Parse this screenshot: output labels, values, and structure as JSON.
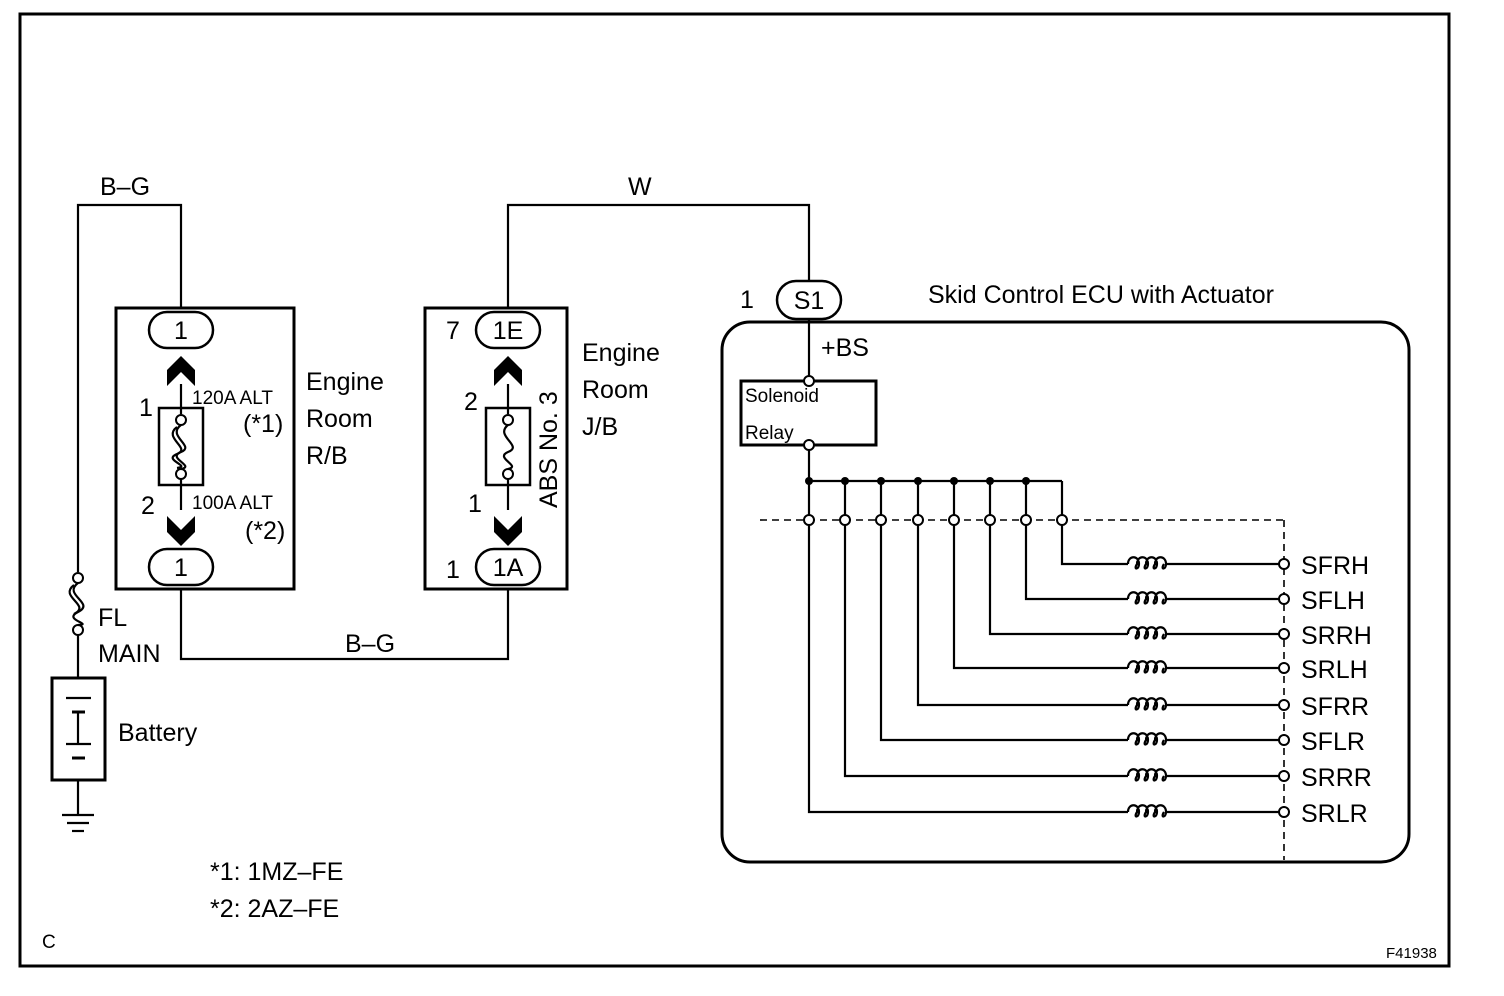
{
  "frame": {
    "corner_code": "C",
    "figure_id": "F41938"
  },
  "wires": {
    "bg_top": "B–G",
    "w_top": "W",
    "bg_bottom": "B–G"
  },
  "engine_room_rb": {
    "label_lines": [
      "Engine",
      "Room",
      "R/B"
    ],
    "connector_top": "1",
    "connector_bottom": "1",
    "pin_top": "1",
    "pin_bottom": "2",
    "fuse_1": "120A ALT",
    "fuse_1_note": "(*1)",
    "fuse_2": "100A ALT",
    "fuse_2_note": "(*2)"
  },
  "engine_room_jb": {
    "label_lines": [
      "Engine",
      "Room",
      "J/B"
    ],
    "connector_top": "1E",
    "connector_top_pin": "7",
    "connector_bottom": "1A",
    "connector_bottom_pin": "1",
    "pin_top": "2",
    "pin_bottom": "1",
    "fuse_label": "ABS No. 3"
  },
  "fl_main": {
    "label_1": "FL",
    "label_2": "MAIN"
  },
  "battery": {
    "label": "Battery"
  },
  "notes": [
    "*1: 1MZ–FE",
    "*2: 2AZ–FE"
  ],
  "ecu": {
    "title": "Skid Control ECU with Actuator",
    "connector": "S1",
    "connector_pin": "1",
    "terminal": "+BS",
    "relay_line_1": "Solenoid",
    "relay_line_2": "Relay",
    "solenoids": [
      "SFRH",
      "SFLH",
      "SRRH",
      "SRLH",
      "SFRR",
      "SFLR",
      "SRRR",
      "SRLR"
    ]
  }
}
